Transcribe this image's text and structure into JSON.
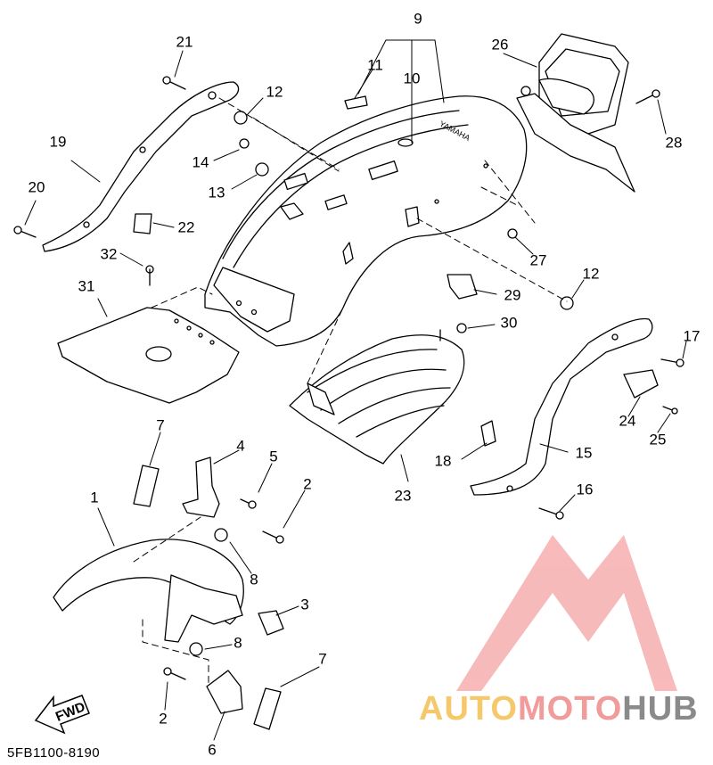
{
  "diagram": {
    "part_code": "5FB1100-8190",
    "fwd_label": "FWD",
    "fender_brand_text": "YAMAHA",
    "callouts": [
      "1",
      "2",
      "2",
      "3",
      "4",
      "5",
      "6",
      "7",
      "7",
      "8",
      "8",
      "9",
      "10",
      "11",
      "12",
      "12",
      "13",
      "14",
      "15",
      "16",
      "17",
      "18",
      "19",
      "20",
      "21",
      "22",
      "23",
      "24",
      "25",
      "26",
      "27",
      "28",
      "29",
      "30",
      "31",
      "32"
    ]
  },
  "watermark": {
    "brand_part1": "AUTO",
    "brand_part2": "MOTO",
    "brand_part3": "HUB",
    "colors": {
      "auto": "#f5c96b",
      "moto": "#f29b9b",
      "hub": "#8a8a8a",
      "logo": "#f5a3a3"
    }
  }
}
